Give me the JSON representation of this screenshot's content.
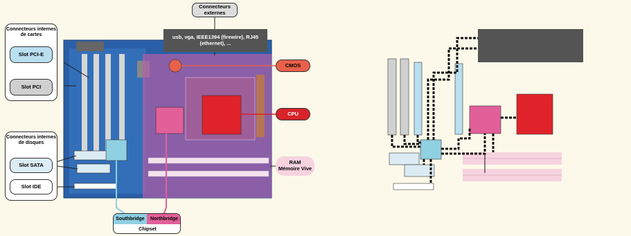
{
  "colors": {
    "background": "#fdf9ea",
    "pcie": "#b9dff0",
    "sata": "#dcecf4",
    "cmos": "#e9604a",
    "cpu": "#d8232a",
    "northbridge": "#e2609a",
    "southbridge": "#8fd0e2",
    "ram": "#f7d3e0",
    "dark_box": "#545454"
  },
  "labels": {
    "external_title": "Connecteurs externes",
    "external_list": "usb, vga, IEEE1394 (firewire), RJ45 (ethernet), ...",
    "cards_title": "Connecteurs internes de cartes",
    "slot_pcie": "Slot PCI-E",
    "slot_pci": "Slot PCI",
    "disks_title": "Connecteurs internes de disques",
    "slot_sata": "Slot SATA",
    "slot_ide": "Slot IDE",
    "cmos": "CMOS",
    "cpu": "CPU",
    "ram": "RAM",
    "ram_sub": "Mémoire Vive",
    "southbridge": "Southbridge",
    "northbridge": "Northbridge",
    "chipset": "Chipset"
  }
}
